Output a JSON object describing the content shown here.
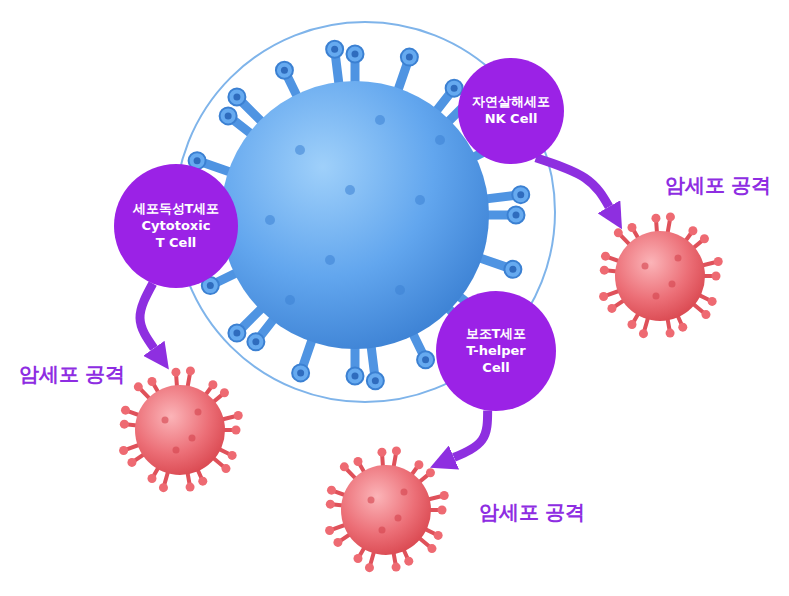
{
  "diagram": {
    "nodes": [
      {
        "text": [
          "자연살해세포",
          "NK Cell"
        ]
      },
      {
        "text": [
          "암세포 공격"
        ]
      },
      {
        "text": [
          "세포독성T세포",
          "Cytotoxic T Cell"
        ]
      },
      {
        "text": [
          "암세포 공격"
        ]
      },
      {
        "text": [
          "보조T세포",
          "T-helper Cell"
        ]
      },
      {
        "text": [
          "암세포 공격"
        ]
      }
    ],
    "edges": [
      {
        "from": 0,
        "to": 1,
        "arrow": "to"
      },
      {
        "from": 2,
        "to": 3,
        "arrow": "to"
      },
      {
        "from": 4,
        "to": 5,
        "arrow": "to"
      }
    ]
  }
}
